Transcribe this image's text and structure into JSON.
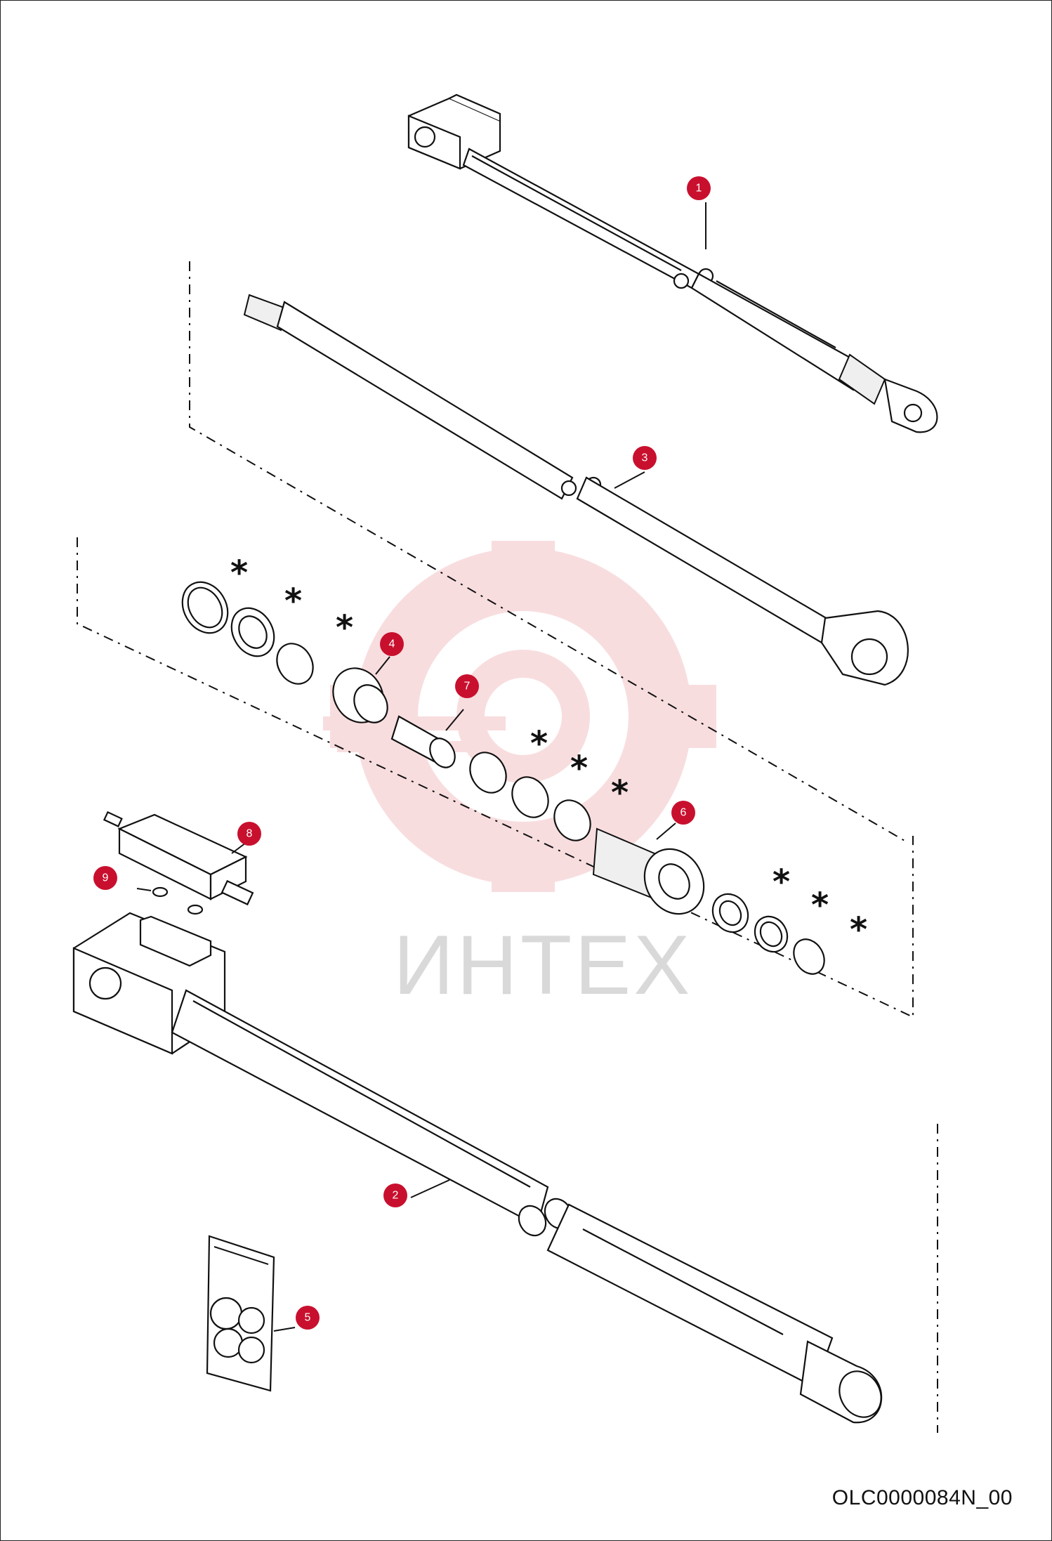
{
  "watermark": {
    "text": "ИНТЕХ",
    "color": "#f3c2c6"
  },
  "document_code": "OLC0000084N_00",
  "accent_color": "#c8102e",
  "callouts": [
    {
      "id": "1",
      "label": "1"
    },
    {
      "id": "2",
      "label": "2"
    },
    {
      "id": "3",
      "label": "3"
    },
    {
      "id": "4",
      "label": "4"
    },
    {
      "id": "5",
      "label": "5"
    },
    {
      "id": "6",
      "label": "6"
    },
    {
      "id": "7",
      "label": "7"
    },
    {
      "id": "8",
      "label": "8"
    },
    {
      "id": "9",
      "label": "9"
    }
  ],
  "kit_marker": "*"
}
